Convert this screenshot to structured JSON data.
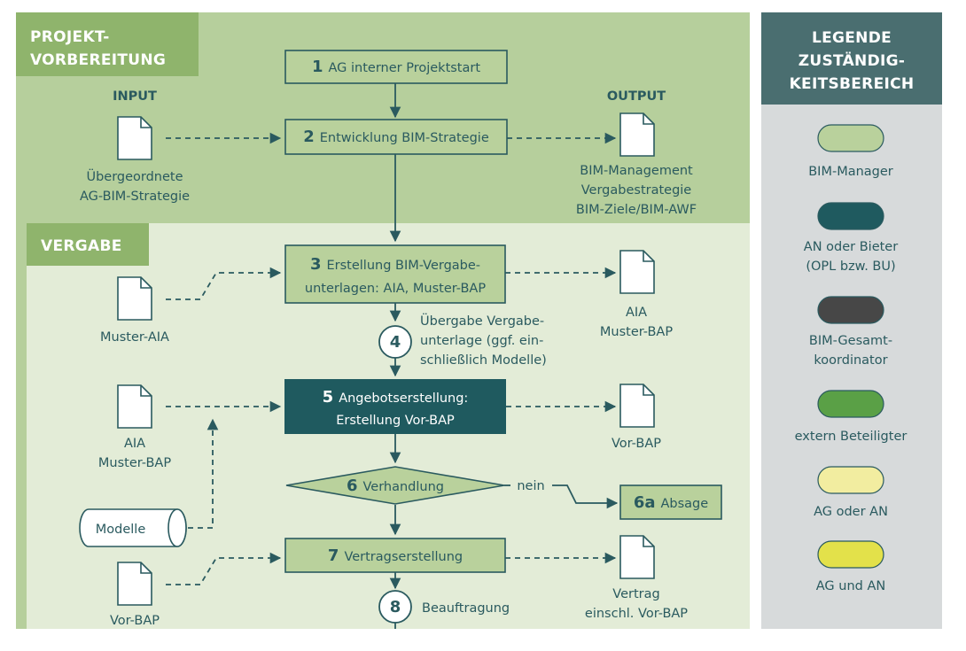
{
  "sections": {
    "vorbereitung_title": [
      "PROJEKT-",
      "VORBEREITUNG"
    ],
    "vergabe_title": "VERGABE",
    "input_title": "INPUT",
    "output_title": "OUTPUT"
  },
  "steps": {
    "s1": {
      "num": "1",
      "text": "AG interner Projektstart"
    },
    "s2": {
      "num": "2",
      "text": "Entwicklung BIM-Strategie"
    },
    "s3": {
      "num": "3",
      "line1": "Erstellung BIM-Vergabe-",
      "line2": "unterlagen: AIA, Muster-BAP"
    },
    "s4": {
      "num": "4",
      "lines": [
        "Übergabe Vergabe-",
        "unterlage (ggf. ein-",
        "schließlich Modelle)"
      ]
    },
    "s5": {
      "num": "5",
      "line1": "Angebotserstellung:",
      "line2": "Erstellung Vor-BAP"
    },
    "s6": {
      "num": "6",
      "text": "Verhandlung",
      "branch": "nein"
    },
    "s6a": {
      "num": "6a",
      "text": "Absage"
    },
    "s7": {
      "num": "7",
      "text": "Vertragserstellung"
    },
    "s8": {
      "num": "8",
      "text": "Beauftragung"
    }
  },
  "inputs": {
    "i1": [
      "Übergeordnete",
      "AG-BIM-Strategie"
    ],
    "i2": [
      "Muster-AIA"
    ],
    "i3": [
      "AIA",
      "Muster-BAP"
    ],
    "modelle": "Modelle",
    "i4": [
      "Vor-BAP"
    ]
  },
  "outputs": {
    "o1": [
      "BIM-Management",
      "Vergabestrategie",
      "BIM-Ziele/BIM-AWF"
    ],
    "o2": [
      "AIA",
      "Muster-BAP"
    ],
    "o3": [
      "Vor-BAP"
    ],
    "o4": [
      "Vertrag",
      "einschl. Vor-BAP"
    ]
  },
  "legend": {
    "title": [
      "LEGENDE",
      "ZUSTÄNDIG-",
      "KEITSBEREICH"
    ],
    "items": [
      {
        "lines": [
          "BIM-Manager"
        ],
        "color": "#b9d19c"
      },
      {
        "lines": [
          "AN oder Bieter",
          "(OPL bzw. BU)"
        ],
        "color": "#1f5a5f"
      },
      {
        "lines": [
          "BIM-Gesamt-",
          "koordinator"
        ],
        "color": "#474747"
      },
      {
        "lines": [
          "extern Beteiligter"
        ],
        "color": "#5aa046"
      },
      {
        "lines": [
          "AG oder AN"
        ],
        "color": "#f2eda0"
      },
      {
        "lines": [
          "AG und AN"
        ],
        "color": "#e3e14a"
      }
    ]
  },
  "colors": {
    "band_dark": "#b6cf9c",
    "band_light": "#e3ecd7",
    "header_green": "#8fb46c",
    "teal": "#1f5a5f",
    "legend_bg": "#d7dadb",
    "legend_header": "#4a6e70",
    "box_light": "#b9d19c"
  }
}
